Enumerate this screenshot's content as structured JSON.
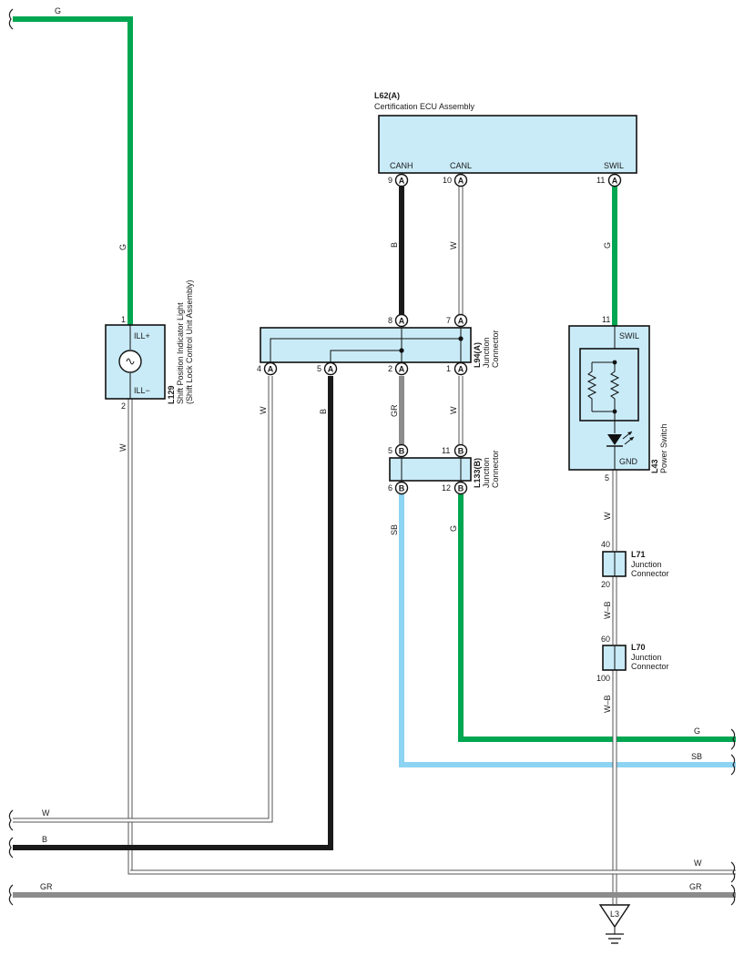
{
  "colors": {
    "G": "#00a651",
    "B": "#1a1a1a",
    "GR": "#8c8c8c",
    "SB": "#8dd3f2",
    "W": "#ffffff",
    "WB_outline": "#555555",
    "box_fill": "#c9ebf8"
  },
  "components": {
    "L62": {
      "id": "L62(A)",
      "name": "Certification ECU Assembly",
      "pins": {
        "canh": "CANH",
        "canl": "CANL",
        "swil": "SWIL"
      }
    },
    "L129": {
      "id": "L129",
      "name1": "Shift Position Indicator Light",
      "name2": "(Shift Lock Control Unit Assembly)",
      "pins": {
        "ill_plus": "ILL+",
        "ill_minus": "ILL−"
      }
    },
    "L94": {
      "id": "L94(A)",
      "name1": "Junction",
      "name2": "Connector"
    },
    "L133": {
      "id": "L133(B)",
      "name1": "Junction",
      "name2": "Connector"
    },
    "L43": {
      "id": "L43",
      "name": "Power Switch",
      "pins": {
        "swil": "SWIL",
        "gnd": "GND"
      }
    },
    "L71": {
      "id": "L71",
      "name1": "Junction",
      "name2": "Connector"
    },
    "L70": {
      "id": "L70",
      "name1": "Junction",
      "name2": "Connector"
    },
    "ground": "L3"
  },
  "connector_letters": {
    "A": "A",
    "B": "B"
  },
  "pin_numbers": {
    "l62_canh": "9",
    "l62_canl": "10",
    "l62_swil": "11",
    "l94_8": "8",
    "l94_7": "7",
    "l94_4": "4",
    "l94_5": "5",
    "l94_2": "2",
    "l94_1": "1",
    "l133_5": "5",
    "l133_11": "11",
    "l133_6": "6",
    "l133_12": "12",
    "l129_1": "1",
    "l129_2": "2",
    "l43_11": "11",
    "l43_5": "5",
    "l71_40": "40",
    "l71_20": "20",
    "l70_60": "60",
    "l70_100": "100"
  },
  "wire_labels": {
    "top_g": "G",
    "l129_g": "G",
    "l129_w": "W",
    "canh_b": "B",
    "canl_w": "W",
    "swil_g": "G",
    "l94_4_w": "W",
    "l94_5_b": "B",
    "l94_2_gr": "GR",
    "l94_1_w": "W",
    "l133_6_sb": "SB",
    "l133_12_g": "G",
    "l43_w": "W",
    "l71_wb": "W–B",
    "l70_wb": "W–B",
    "right_g": "G",
    "right_sb": "SB",
    "left_w": "W",
    "left_b": "B",
    "right_w": "W",
    "left_gr": "GR",
    "right_gr": "GR"
  }
}
